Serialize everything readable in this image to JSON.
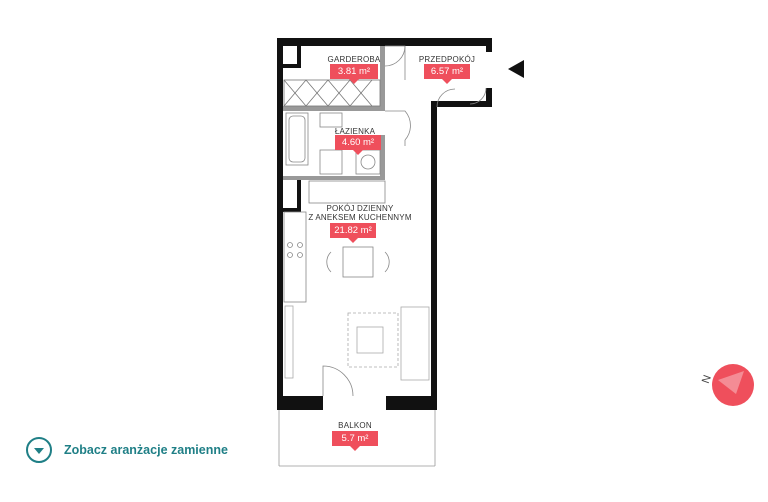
{
  "rooms": {
    "garderoba": {
      "name": "GARDEROBA",
      "area": "3.81 m²"
    },
    "przedpokoj": {
      "name": "PRZEDPOKÓJ",
      "area": "6.57 m²"
    },
    "lazienka": {
      "name": "ŁAZIENKA",
      "area": "4.60 m²"
    },
    "pokoj": {
      "name_line1": "POKÓJ DZIENNY",
      "name_line2": "Z ANEKSEM KUCHENNYM",
      "area": "21.82 m²"
    },
    "balkon": {
      "name": "BALKON",
      "area": "5.7 m²"
    }
  },
  "compass": {
    "letter": "N"
  },
  "cta": {
    "label": "Zobacz aranżacje zamienne"
  },
  "colors": {
    "accent": "#ef4f5c",
    "teal": "#1f7f86",
    "wall": "#111111"
  }
}
